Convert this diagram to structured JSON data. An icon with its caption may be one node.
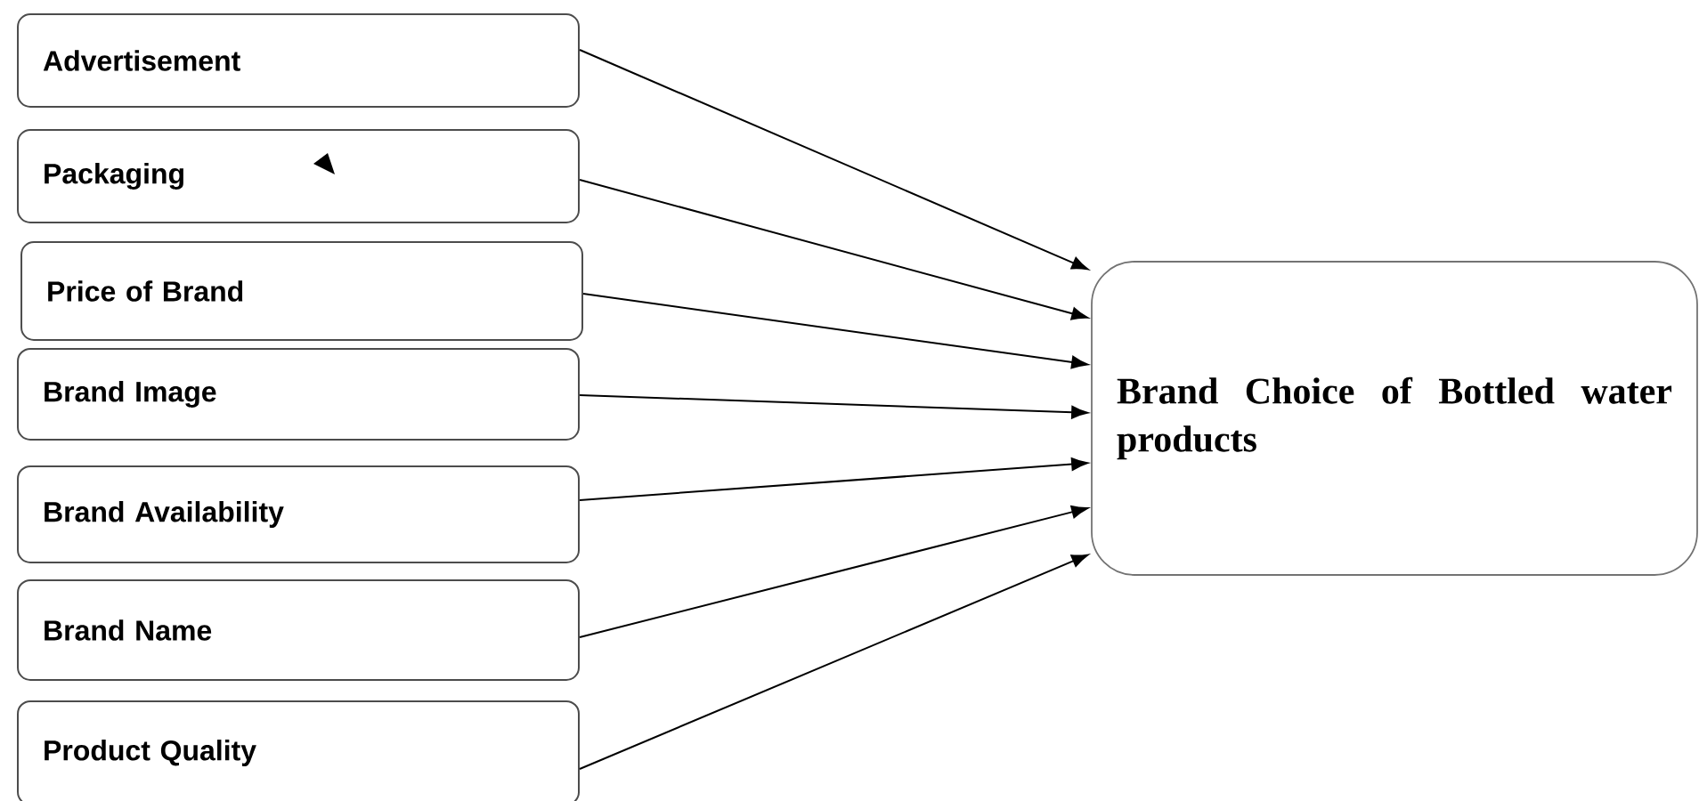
{
  "diagram": {
    "nodes": [
      {
        "text": [
          "Advertisement"
        ]
      },
      {
        "text": [
          "Packaging"
        ]
      },
      {
        "text": [
          "Price of Brand"
        ]
      },
      {
        "text": [
          "Brand Image"
        ]
      },
      {
        "text": [
          "Brand Availability"
        ]
      },
      {
        "text": [
          "Brand Name"
        ]
      },
      {
        "text": [
          "Product Quality"
        ]
      },
      {
        "text": [
          "Brand Choice of Bottled water products"
        ]
      }
    ],
    "edges": [
      {
        "from": 0,
        "to": 7,
        "arrow": "to"
      },
      {
        "from": 1,
        "to": 7,
        "arrow": "to"
      },
      {
        "from": 2,
        "to": 7,
        "arrow": "to"
      },
      {
        "from": 3,
        "to": 7,
        "arrow": "to"
      },
      {
        "from": 4,
        "to": 7,
        "arrow": "to"
      },
      {
        "from": 5,
        "to": 7,
        "arrow": "to"
      },
      {
        "from": 6,
        "to": 7,
        "arrow": "to"
      }
    ]
  }
}
